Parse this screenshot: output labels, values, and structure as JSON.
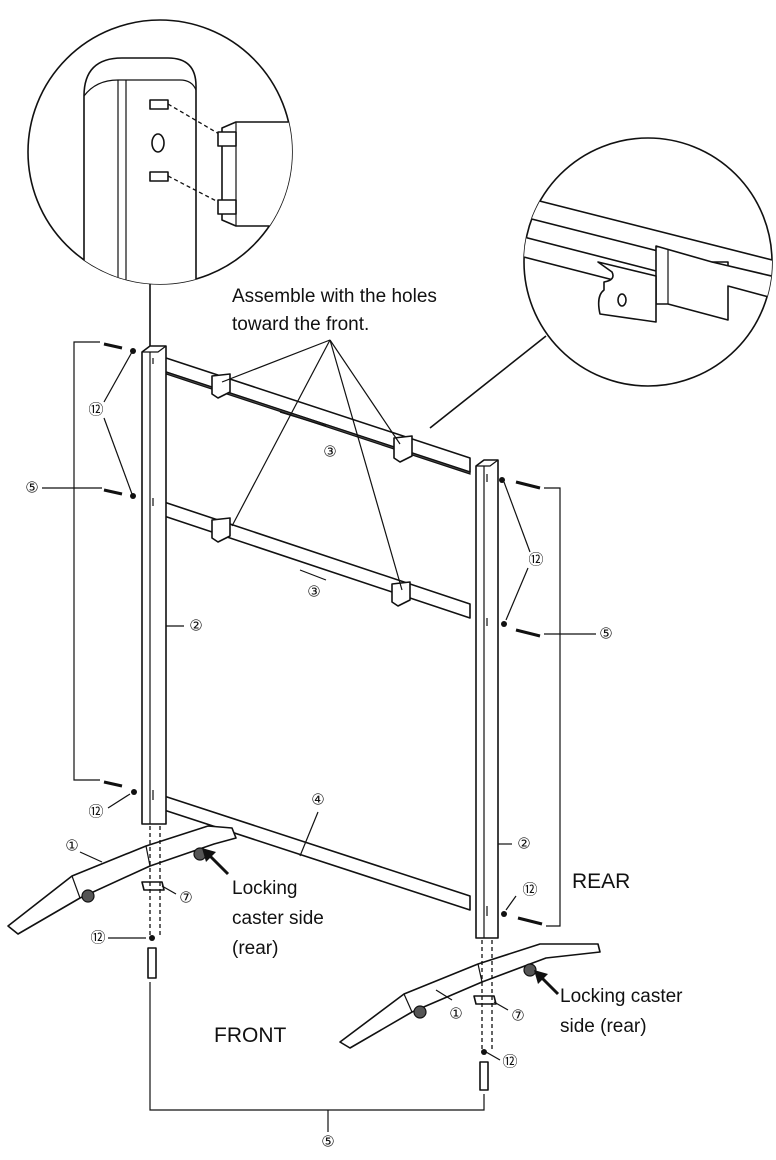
{
  "notes": {
    "assemble": [
      "Assemble with the holes",
      "toward the front."
    ],
    "locking_left": [
      "Locking",
      "caster side",
      "(rear)"
    ],
    "locking_right": [
      "Locking caster",
      "side (rear)"
    ]
  },
  "orientation": {
    "front": "FRONT",
    "rear": "REAR"
  },
  "callouts": {
    "base": "①",
    "post": "②",
    "bracket_bar": "③",
    "bottom_bar": "④",
    "bolt": "⑤",
    "plate": "⑦",
    "washer": "⑫"
  }
}
